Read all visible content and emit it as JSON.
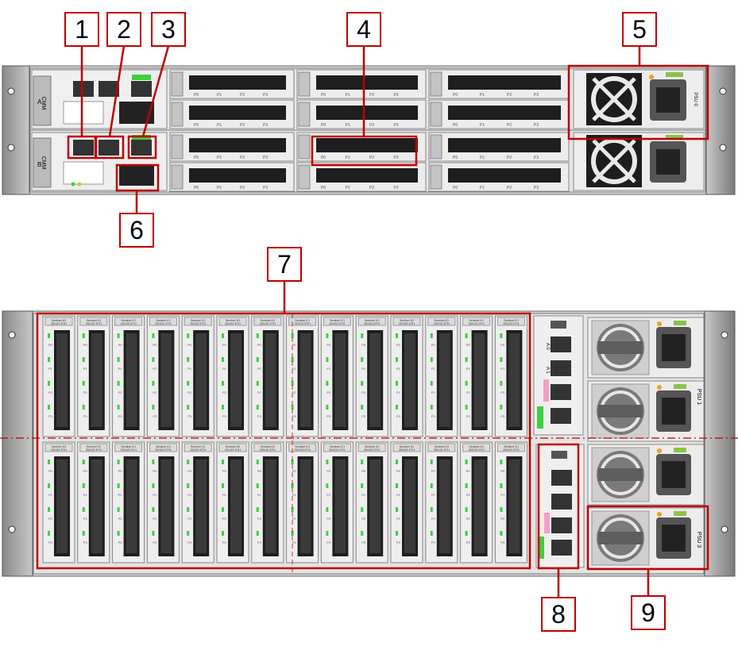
{
  "callouts": {
    "c1": "1",
    "c2": "2",
    "c3": "3",
    "c4": "4",
    "c5": "5",
    "c6": "6",
    "c7": "7",
    "c8": "8",
    "c9": "9"
  },
  "upper_chassis": {
    "slot_labels": {
      "a": "A",
      "b": "B"
    },
    "cmm_label": "CMM",
    "port_labels": [
      "P0",
      "P1",
      "P2",
      "P3"
    ],
    "psu_label": "PSU 0"
  },
  "lower_chassis": {
    "card_label": "Sentinel ICI",
    "card_sublabel": "25/10G ETH",
    "port_labels": [
      "P0",
      "P1",
      "P2",
      "P3"
    ],
    "io_labels": [
      "A 0",
      "A 1"
    ],
    "psu_labels": [
      "PSU 1",
      "PSU 3"
    ]
  },
  "colors": {
    "callout_border": "#c00000",
    "highlight": "#c00000",
    "led_green": "#3fcf3f",
    "chassis": "#d9d9d9"
  }
}
